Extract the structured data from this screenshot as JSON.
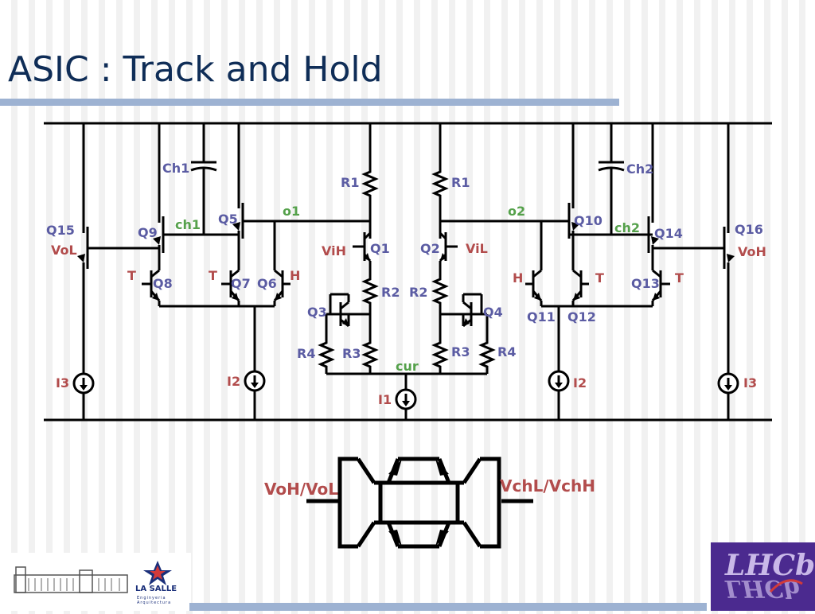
{
  "slide": {
    "title": "ASIC : Track and Hold"
  },
  "labels": {
    "q15": "Q15",
    "q9": "Q9",
    "q5": "Q5",
    "q8": "Q8",
    "q7": "Q7",
    "q6": "Q6",
    "q1": "Q1",
    "q2": "Q2",
    "q3": "Q3",
    "q4": "Q4",
    "q10": "Q10",
    "q14": "Q14",
    "q16": "Q16",
    "q11": "Q11",
    "q12": "Q12",
    "q13": "Q13",
    "r1": "R1",
    "r2": "R2",
    "r3": "R3",
    "r4": "R4",
    "ch1": "Ch1",
    "ch2": "Ch2",
    "vol": "VoL",
    "voh": "VoH",
    "vih": "ViH",
    "vil": "ViL",
    "t": "T",
    "h": "H",
    "i1": "I1",
    "i2": "I2",
    "i3": "I3",
    "o1": "o1",
    "o2": "o2",
    "ch1_node": "ch1",
    "ch2_node": "ch2",
    "cur": "cur"
  },
  "block": {
    "in_label": "VoH/VoL",
    "out_label": "VchL/VchH"
  },
  "logos": {
    "right": "LHCb",
    "left_name": "LA SALLE",
    "left_sub": "Enginyeria Arquitectura"
  },
  "colors": {
    "device": "#5b5ca3",
    "control": "#b24c4c",
    "node": "#55a14b",
    "title": "#0f2d57",
    "rule": "#9db2d2"
  }
}
